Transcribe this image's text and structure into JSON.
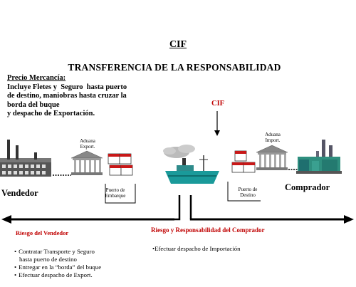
{
  "title": "CIF",
  "subtitle": "TRANSFERENCIA DE LA RESPONSABILIDAD",
  "price": {
    "heading": "Precio Mercancía:",
    "lines": [
      "Incluye Fletes y  Seguro  hasta puerto",
      "de  destino, maniobras hasta cruzar la",
      "borda del buque",
      "y despacho de Exportación."
    ]
  },
  "cif_marker": "CIF",
  "labels": {
    "aduana_export_1": "Aduana",
    "aduana_export_2": "Export.",
    "aduana_import_1": "Aduana",
    "aduana_import_2": "Import.",
    "puerto_embarque_1": "Puerto de",
    "puerto_embarque_2": "Embarque",
    "puerto_destino_1": "Puerto de",
    "puerto_destino_2": "Destino",
    "seller": "Vendedor",
    "buyer": "Comprador"
  },
  "risk_seller": "Riesgo del Vendedor",
  "risk_buyer": "Riesgo y Responsabilidad del Comprador",
  "seller_items": [
    "Contratar Transporte y Seguro",
    "hasta puerto de destino",
    "Entregar en la “borda” del buque",
    "Efectuar despacho de Export."
  ],
  "buyer_item": "•Efectuar despacho de Importación",
  "colors": {
    "risk_red": "#c00000",
    "ship_teal": "#1a9a9a",
    "container_red": "#c81818"
  },
  "icons": [
    "factory-icon",
    "customs-building-icon",
    "containers-icon",
    "ship-icon",
    "power-plant-icon"
  ]
}
